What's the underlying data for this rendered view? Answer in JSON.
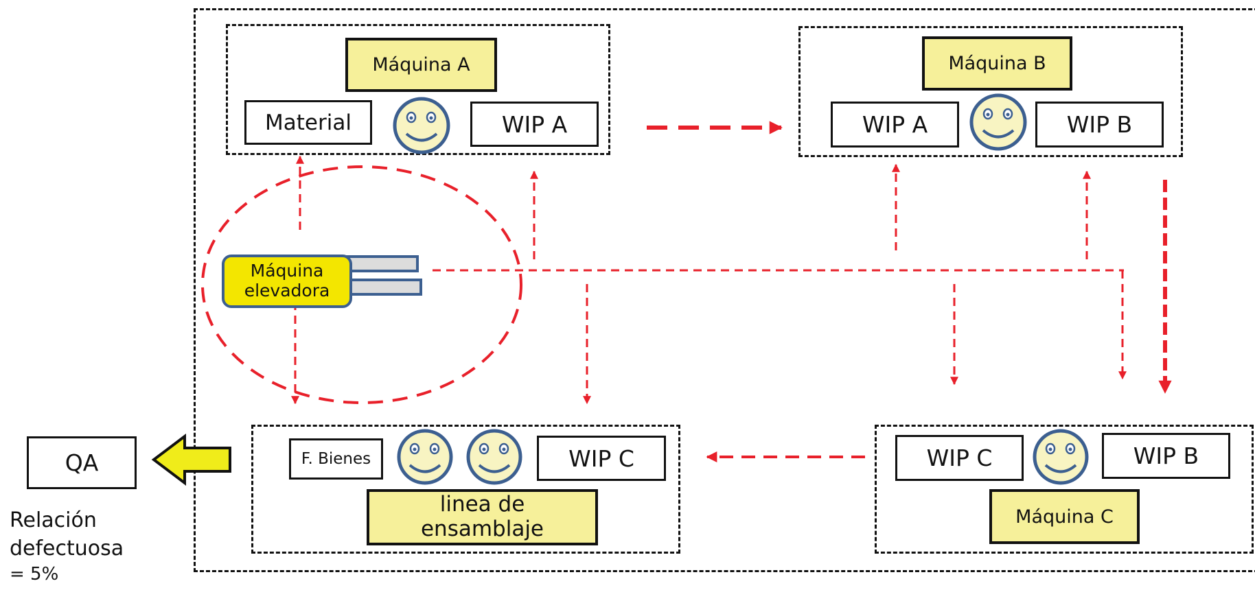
{
  "machine_a": {
    "title": "Máquina A",
    "material": "Material",
    "wip_out": "WIP A"
  },
  "machine_b": {
    "title": "Máquina B",
    "wip_in": "WIP A",
    "wip_out": "WIP B"
  },
  "machine_c": {
    "title": "Máquina C",
    "wip_out": "WIP C",
    "wip_in": "WIP B"
  },
  "assembly": {
    "goods": "F. Bienes",
    "wip_in": "WIP C",
    "title_line1": "linea de",
    "title_line2": "ensamblaje"
  },
  "lift": {
    "label_line1": "Máquina",
    "label_line2": "elevadora"
  },
  "qa": {
    "label": "QA",
    "note_line1": "Relación",
    "note_line2": "defectuosa",
    "note_line3": "= 5%"
  },
  "colors": {
    "flow_red": "#e8202a",
    "highlight_yellow": "#f6f09a",
    "lift_yellow": "#f3e600",
    "qa_arrow": "#f0ec1a",
    "face_fill": "#f8f4c2",
    "face_stroke": "#3c5f90"
  },
  "icons": [
    "smiley-face-icon",
    "forklift-icon",
    "left-arrow-icon"
  ]
}
